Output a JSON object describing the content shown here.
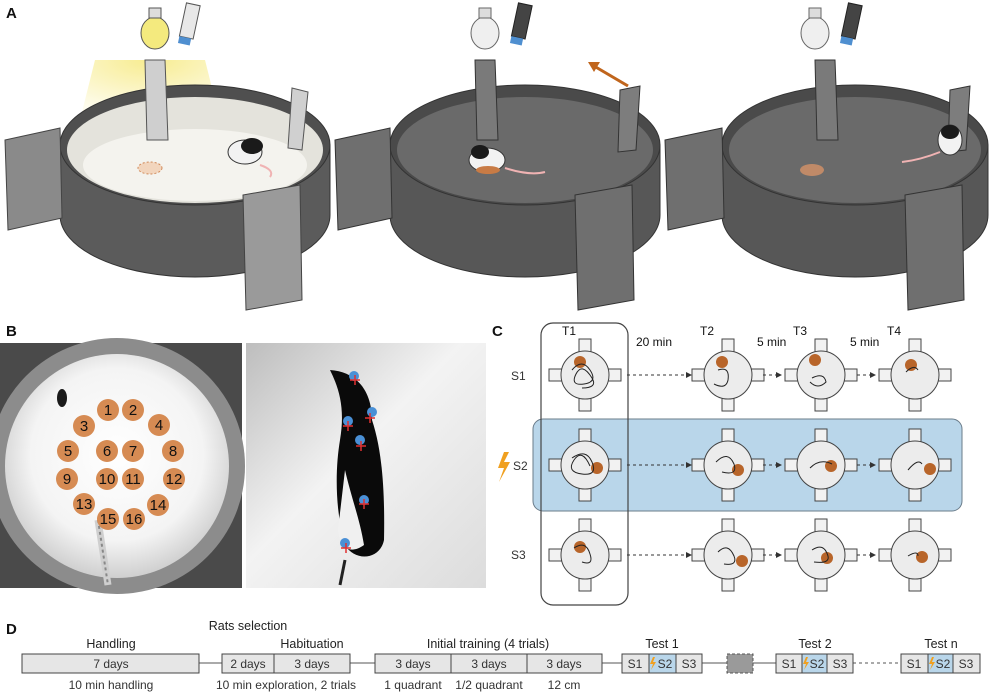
{
  "panels": {
    "a": "A",
    "b": "B",
    "c": "C",
    "d": "D"
  },
  "panel_b": {
    "quadrant_numbers": [
      "1",
      "2",
      "3",
      "4",
      "5",
      "6",
      "7",
      "8",
      "9",
      "10",
      "11",
      "12",
      "13",
      "14",
      "15",
      "16"
    ]
  },
  "panel_c": {
    "trials": [
      "T1",
      "T2",
      "T3",
      "T4"
    ],
    "intervals": [
      "20 min",
      "5 min",
      "5 min"
    ],
    "sessions": [
      "S1",
      "S2",
      "S3"
    ]
  },
  "panel_d": {
    "phases": [
      "Handling",
      "Rats selection",
      "Habituation",
      "Initial training (4 trials)",
      "Test 1",
      "Test 2",
      "Test n"
    ],
    "durations": [
      "7 days",
      "2 days",
      "3 days",
      "3 days",
      "3 days",
      "3 days"
    ],
    "notes": [
      "10 min handling",
      "10 min exploration, 2 trials",
      "1 quadrant",
      "1/2 quadrant",
      "12 cm"
    ],
    "test_cells": [
      "S1",
      "S2",
      "S3"
    ]
  },
  "colors": {
    "arena_wall": "#5a5a5a",
    "arena_floor_dark": "#6b6b6b",
    "arena_floor_light": "#ecebe6",
    "target": "#c87b45",
    "highlight": "#b9d6ea",
    "arrow": "#c0651c",
    "bolt": "#f0a020"
  }
}
